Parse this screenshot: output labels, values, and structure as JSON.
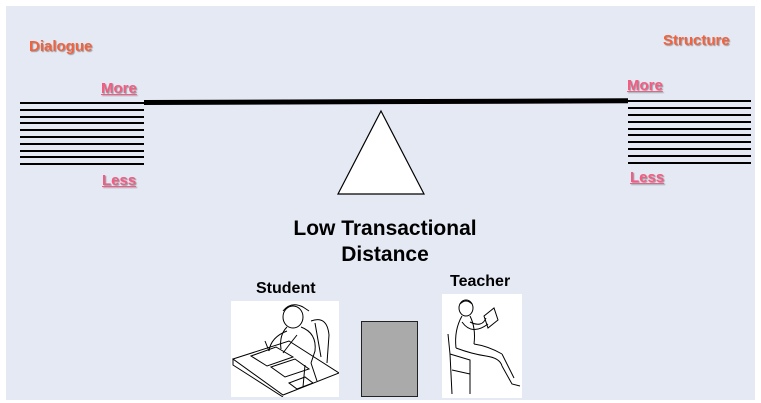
{
  "diagram": {
    "left_title": "Dialogue",
    "right_title": "Structure",
    "left_more": "More",
    "left_less": "Less",
    "right_more": "More",
    "right_less": "Less",
    "center_title": "Low Transactional Distance",
    "student_label": "Student",
    "teacher_label": "Teacher"
  },
  "colors": {
    "background": "#e4e9f4",
    "dialogue": "#f4623c",
    "structure": "#f4623c",
    "more_less": "#f35d82",
    "desk": "#aaaaaa"
  },
  "icons": {
    "student": "student-writing-at-desk-image",
    "teacher": "teacher-reading-in-chair-image"
  }
}
